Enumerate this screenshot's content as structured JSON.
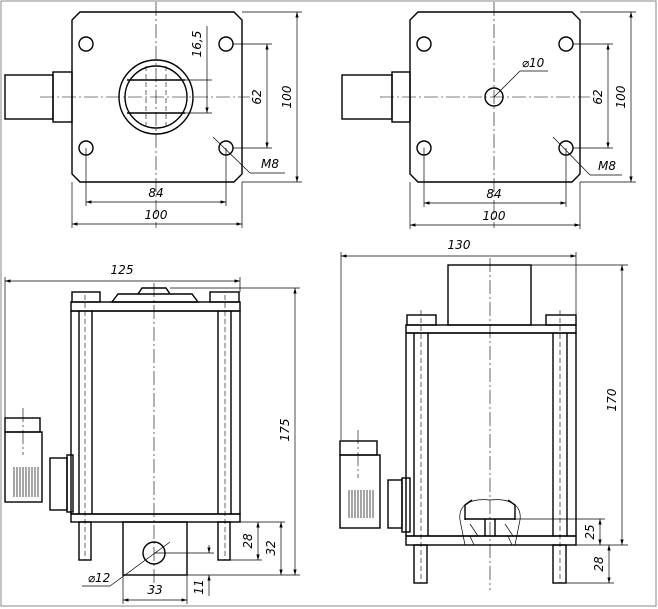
{
  "views": {
    "top_left": {
      "dims": {
        "slot": "16,5",
        "holes_vertical": "62",
        "height": "100",
        "thread": "M8",
        "holes_horizontal": "84",
        "width": "100"
      }
    },
    "top_right": {
      "dims": {
        "center_hole": "⌀10",
        "holes_vertical": "62",
        "height": "100",
        "thread": "M8",
        "holes_horizontal": "84",
        "width": "100"
      }
    },
    "bottom_left": {
      "dims": {
        "overall_width": "125",
        "overall_height": "175",
        "rod": "28",
        "block": "32",
        "bore": "⌀12",
        "bore_offset": "11",
        "block_width": "33"
      }
    },
    "bottom_right": {
      "dims": {
        "overall_width": "130",
        "overall_height": "170",
        "section": "25",
        "rod": "28"
      }
    }
  }
}
